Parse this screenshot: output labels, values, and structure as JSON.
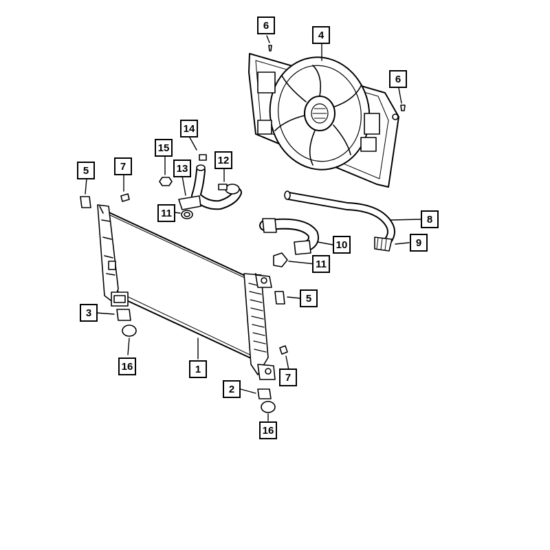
{
  "diagram": {
    "callouts": [
      {
        "id": "c6a",
        "label": "6"
      },
      {
        "id": "c4",
        "label": "4"
      },
      {
        "id": "c6b",
        "label": "6"
      },
      {
        "id": "c14",
        "label": "14"
      },
      {
        "id": "c15",
        "label": "15"
      },
      {
        "id": "c12",
        "label": "12"
      },
      {
        "id": "c13",
        "label": "13"
      },
      {
        "id": "c5a",
        "label": "5"
      },
      {
        "id": "c7a",
        "label": "7"
      },
      {
        "id": "c11a",
        "label": "11"
      },
      {
        "id": "c8",
        "label": "8"
      },
      {
        "id": "c10",
        "label": "10"
      },
      {
        "id": "c9",
        "label": "9"
      },
      {
        "id": "c11b",
        "label": "11"
      },
      {
        "id": "c5b",
        "label": "5"
      },
      {
        "id": "c3",
        "label": "3"
      },
      {
        "id": "c16a",
        "label": "16"
      },
      {
        "id": "c1",
        "label": "1"
      },
      {
        "id": "c7b",
        "label": "7"
      },
      {
        "id": "c2",
        "label": "2"
      },
      {
        "id": "c16b",
        "label": "16"
      }
    ]
  }
}
